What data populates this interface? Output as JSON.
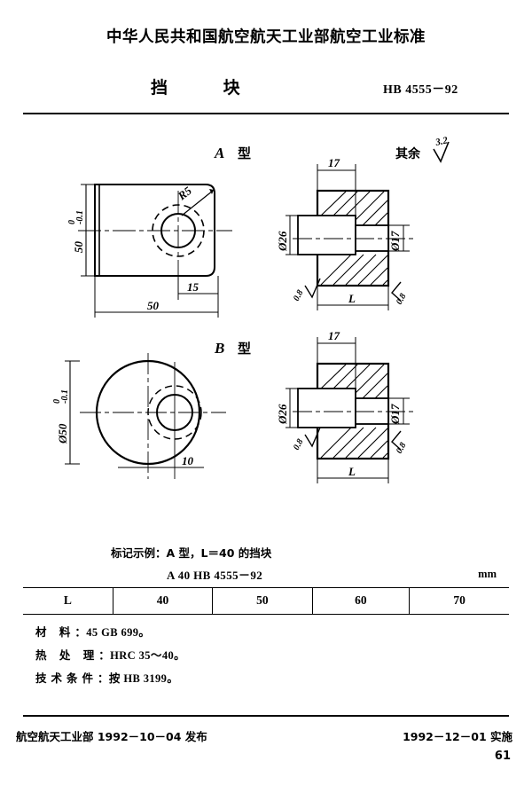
{
  "header": {
    "organization_line": "中华人民共和国航空航天工业部航空工业标准",
    "title": "挡        块",
    "standard_code": "HB 4555－92"
  },
  "drawing": {
    "rest_roughness_label": "其余",
    "rest_roughness_value": "3.2",
    "type_a": {
      "label_letter": "A",
      "label_cn": "型",
      "front_view": {
        "height_dim": "50",
        "height_tol_upper": "0",
        "height_tol_lower": "-0.1",
        "width_dim": "50",
        "hole_offset_dim": "15",
        "corner_radius": "R5"
      },
      "section_view": {
        "counterbore_depth": "17",
        "counterbore_dia": "Ø26",
        "through_hole_dia": "Ø17",
        "length_dim": "L",
        "roughness_left": "0.8",
        "roughness_right": "0.8"
      }
    },
    "type_b": {
      "label_letter": "B",
      "label_cn": "型",
      "front_view": {
        "outer_dia": "Ø50",
        "outer_tol_upper": "0",
        "outer_tol_lower": "-0.1",
        "hole_offset_dim": "10"
      },
      "section_view": {
        "counterbore_depth": "17",
        "counterbore_dia": "Ø26",
        "through_hole_dia": "Ø17",
        "length_dim": "L",
        "roughness_left": "0.8",
        "roughness_right": "0.8"
      }
    }
  },
  "marking": {
    "example_text": "标记示例：A 型，L＝40 的挡块",
    "example_code": "A 40      HB 4555－92",
    "unit": "mm"
  },
  "spec_table": {
    "row_label": "L",
    "values": [
      "40",
      "50",
      "60",
      "70"
    ]
  },
  "notes": [
    {
      "label": "材    料",
      "value": "：45    GB 699。"
    },
    {
      "label": "热 处 理",
      "value": "：HRC 35～40。"
    },
    {
      "label": "技术条件",
      "value": "：按 HB 3199。"
    }
  ],
  "footer": {
    "issued": "航空航天工业部 1992－10－04 发布",
    "effective": "1992－12－01 实施",
    "page_number": "61"
  }
}
